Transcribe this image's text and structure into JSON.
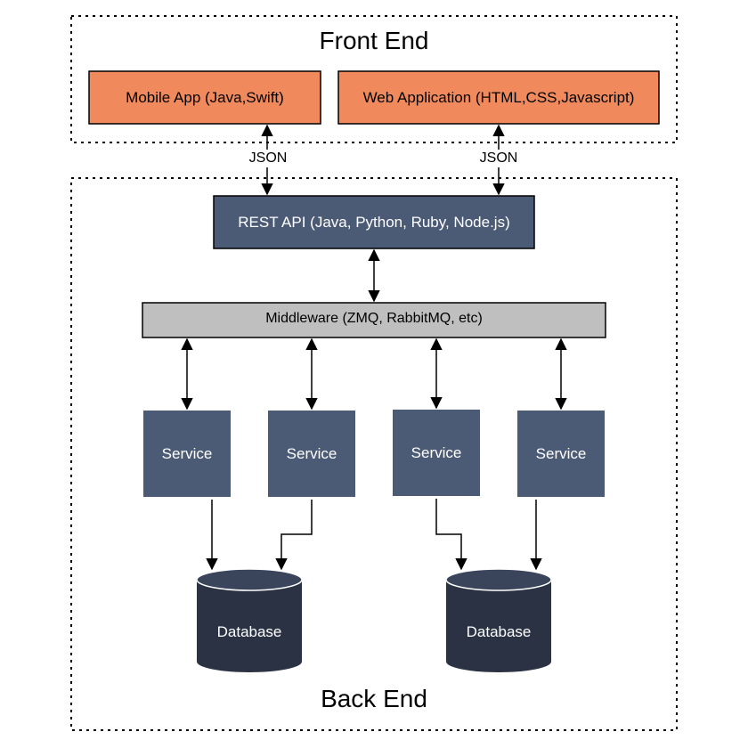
{
  "colors": {
    "frontend_box": "#F08A5D",
    "backend_box": "#4C5B75",
    "middleware_box": "#BFBFBF",
    "database": "#2A3244",
    "database_top": "#3A455C",
    "stroke": "#000000"
  },
  "groups": {
    "frontend": {
      "title": "Front End"
    },
    "backend": {
      "title": "Back End"
    }
  },
  "nodes": {
    "mobile_app": "Mobile App (Java,Swift)",
    "web_app": "Web Application (HTML,CSS,Javascript)",
    "rest_api": "REST API (Java, Python, Ruby, Node.js)",
    "middleware": "Middleware (ZMQ, RabbitMQ, etc)",
    "services": [
      "Service",
      "Service",
      "Service",
      "Service"
    ],
    "databases": [
      "Database",
      "Database"
    ]
  },
  "edge_labels": {
    "mobile_json": "JSON",
    "web_json": "JSON"
  }
}
